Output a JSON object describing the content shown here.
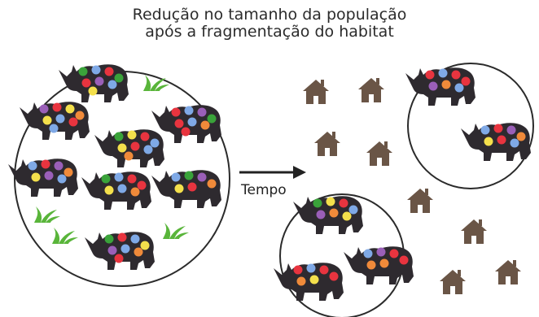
{
  "title_line1": "Redução no tamanho da população",
  "title_line2": "após a fragmentação do habitat",
  "arrow_label": "Tempo",
  "colors": {
    "rhino_body": "#2e2a2f",
    "circle_stroke": "#2b2b2b",
    "house": "#6a5546",
    "grass": "#59b53a",
    "arrow": "#222222",
    "spot_red": "#e8343f",
    "spot_blue": "#7fa9e6",
    "spot_purple": "#9a5fb8",
    "spot_orange": "#f08a3a",
    "spot_yellow": "#f4e04c",
    "spot_green": "#3aa33a"
  },
  "icons": [
    "rhino-icon",
    "house-icon",
    "grass-icon",
    "arrow-right-icon"
  ]
}
